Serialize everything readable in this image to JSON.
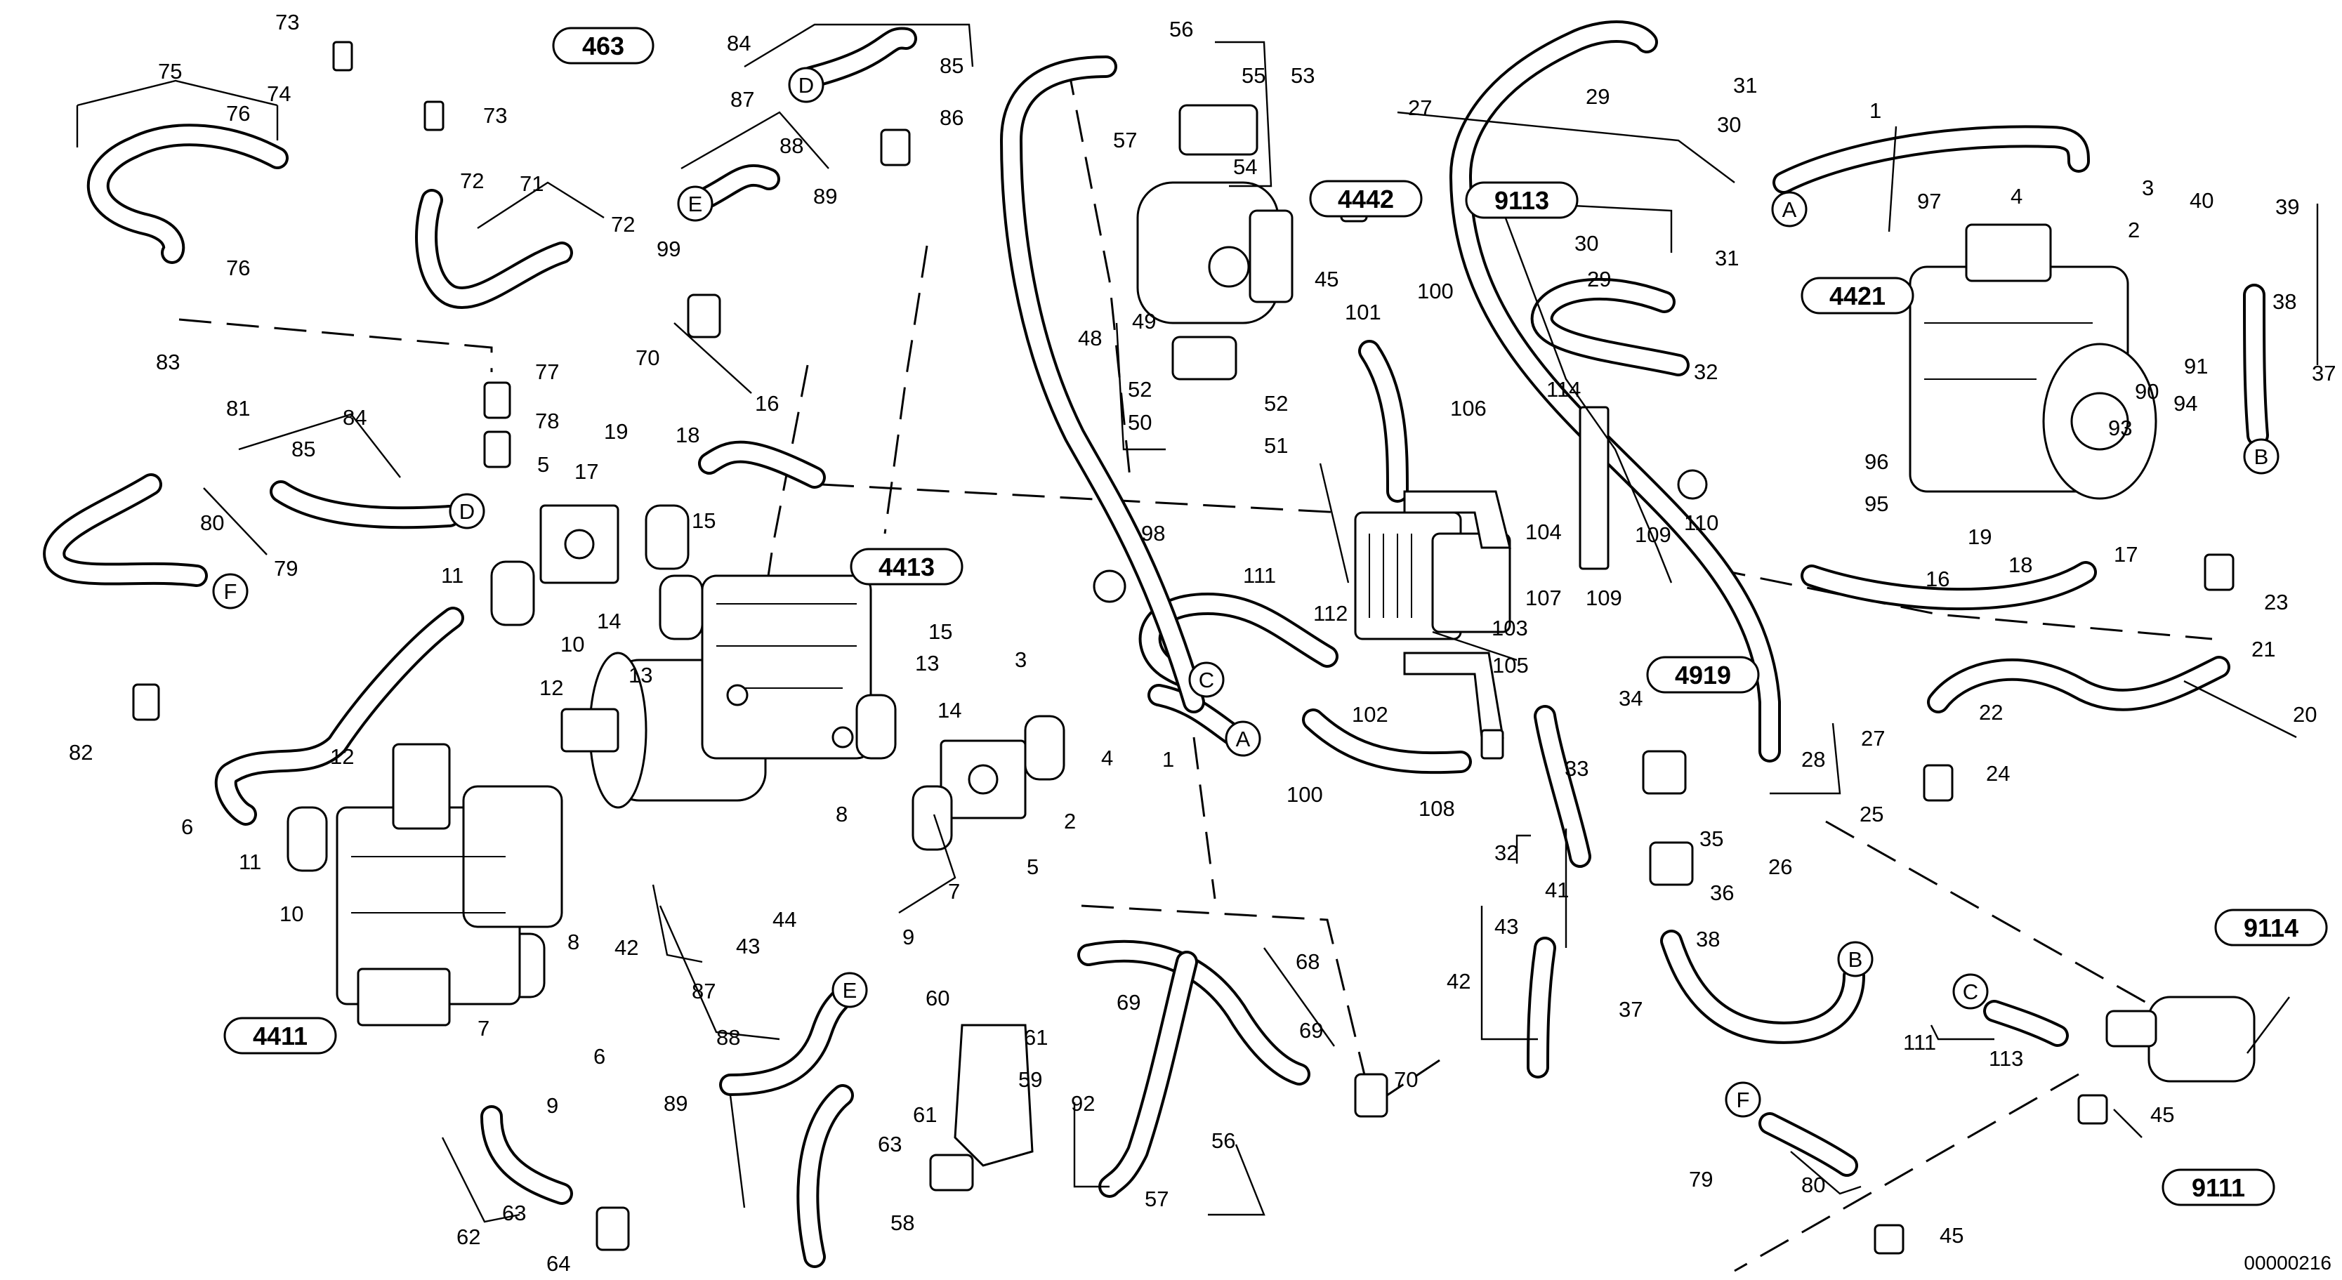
{
  "drawing_number": "00000216",
  "reference_boxes": [
    "463",
    "4442",
    "9113",
    "4421",
    "4413",
    "4919",
    "4411",
    "9114",
    "9111"
  ],
  "connectors": [
    "A",
    "B",
    "C",
    "D",
    "E",
    "F"
  ],
  "part_numbers": {
    "n1": "1",
    "n2": "2",
    "n3": "3",
    "n4": "4",
    "n5": "5",
    "n6": "6",
    "n7": "7",
    "n8": "8",
    "n9": "9",
    "n10": "10",
    "n11": "11",
    "n12": "12",
    "n13": "13",
    "n14": "14",
    "n15": "15",
    "n16": "16",
    "n17": "17",
    "n18": "18",
    "n19": "19",
    "n20": "20",
    "n21": "21",
    "n22": "22",
    "n23": "23",
    "n24": "24",
    "n25": "25",
    "n26": "26",
    "n27": "27",
    "n28": "28",
    "n29": "29",
    "n30": "30",
    "n31": "31",
    "n32": "32",
    "n33": "33",
    "n34": "34",
    "n35": "35",
    "n36": "36",
    "n37": "37",
    "n38": "38",
    "n39": "39",
    "n40": "40",
    "n41": "41",
    "n42": "42",
    "n43": "43",
    "n44": "44",
    "n45": "45",
    "n48": "48",
    "n49": "49",
    "n50": "50",
    "n51": "51",
    "n52": "52",
    "n53": "53",
    "n54": "54",
    "n55": "55",
    "n56": "56",
    "n57": "57",
    "n58": "58",
    "n59": "59",
    "n60": "60",
    "n61": "61",
    "n62": "62",
    "n63": "63",
    "n64": "64",
    "n68": "68",
    "n69": "69",
    "n70": "70",
    "n71": "71",
    "n72": "72",
    "n73": "73",
    "n74": "74",
    "n75": "75",
    "n76": "76",
    "n77": "77",
    "n78": "78",
    "n79": "79",
    "n80": "80",
    "n81": "81",
    "n82": "82",
    "n83": "83",
    "n84": "84",
    "n85": "85",
    "n86": "86",
    "n87": "87",
    "n88": "88",
    "n89": "89",
    "n90": "90",
    "n91": "91",
    "n92": "92",
    "n93": "93",
    "n94": "94",
    "n95": "95",
    "n96": "96",
    "n97": "97",
    "n98": "98",
    "n99": "99",
    "n100": "100",
    "n101": "101",
    "n102": "102",
    "n103": "103",
    "n104": "104",
    "n105": "105",
    "n106": "106",
    "n107": "107",
    "n108": "108",
    "n109": "109",
    "n110": "110",
    "n111": "111",
    "n112": "112",
    "n113": "113",
    "n114": "114"
  }
}
